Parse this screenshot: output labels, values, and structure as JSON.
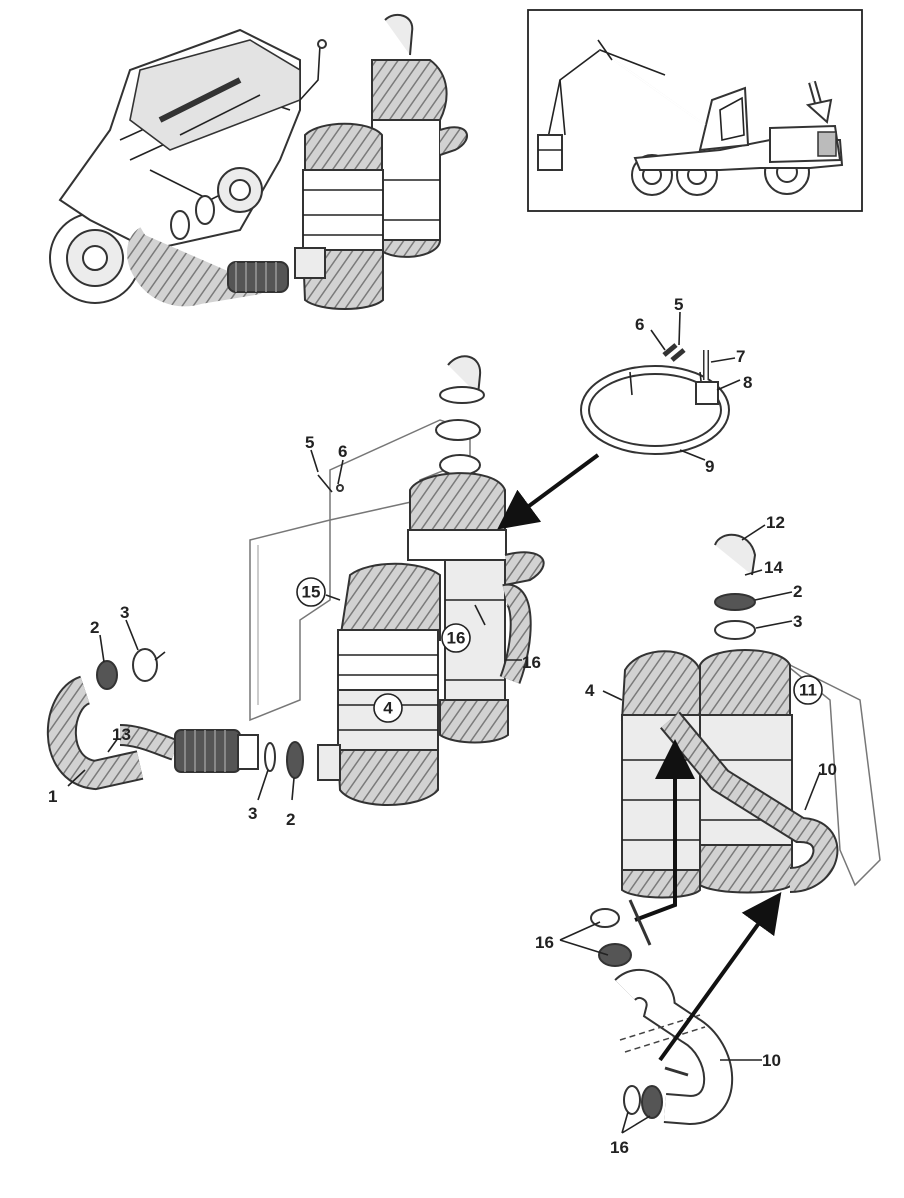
{
  "callouts": {
    "c1": "1",
    "c2a": "2",
    "c3a": "3",
    "c13": "13",
    "c3b": "3",
    "c2b": "2",
    "c5a": "5",
    "c6a": "6",
    "c15": "15",
    "c4a": "4",
    "c16a": "16",
    "c16b": "16",
    "c5b": "5",
    "c6b": "6",
    "c7": "7",
    "c8": "8",
    "c9": "9",
    "c12": "12",
    "c14": "14",
    "c2c": "2",
    "c3c": "3",
    "c4b": "4",
    "c11": "11",
    "c10a": "10",
    "c16c": "16",
    "c10b": "10",
    "c16d": "16"
  },
  "icons": {
    "engine": "engine-overview-icon",
    "machine": "forestry-harvester-icon",
    "location_arrow": "location-arrow-icon"
  },
  "colors": {
    "line": "#222222",
    "hatch_fill": "#d6d6d6",
    "background": "#ffffff"
  }
}
